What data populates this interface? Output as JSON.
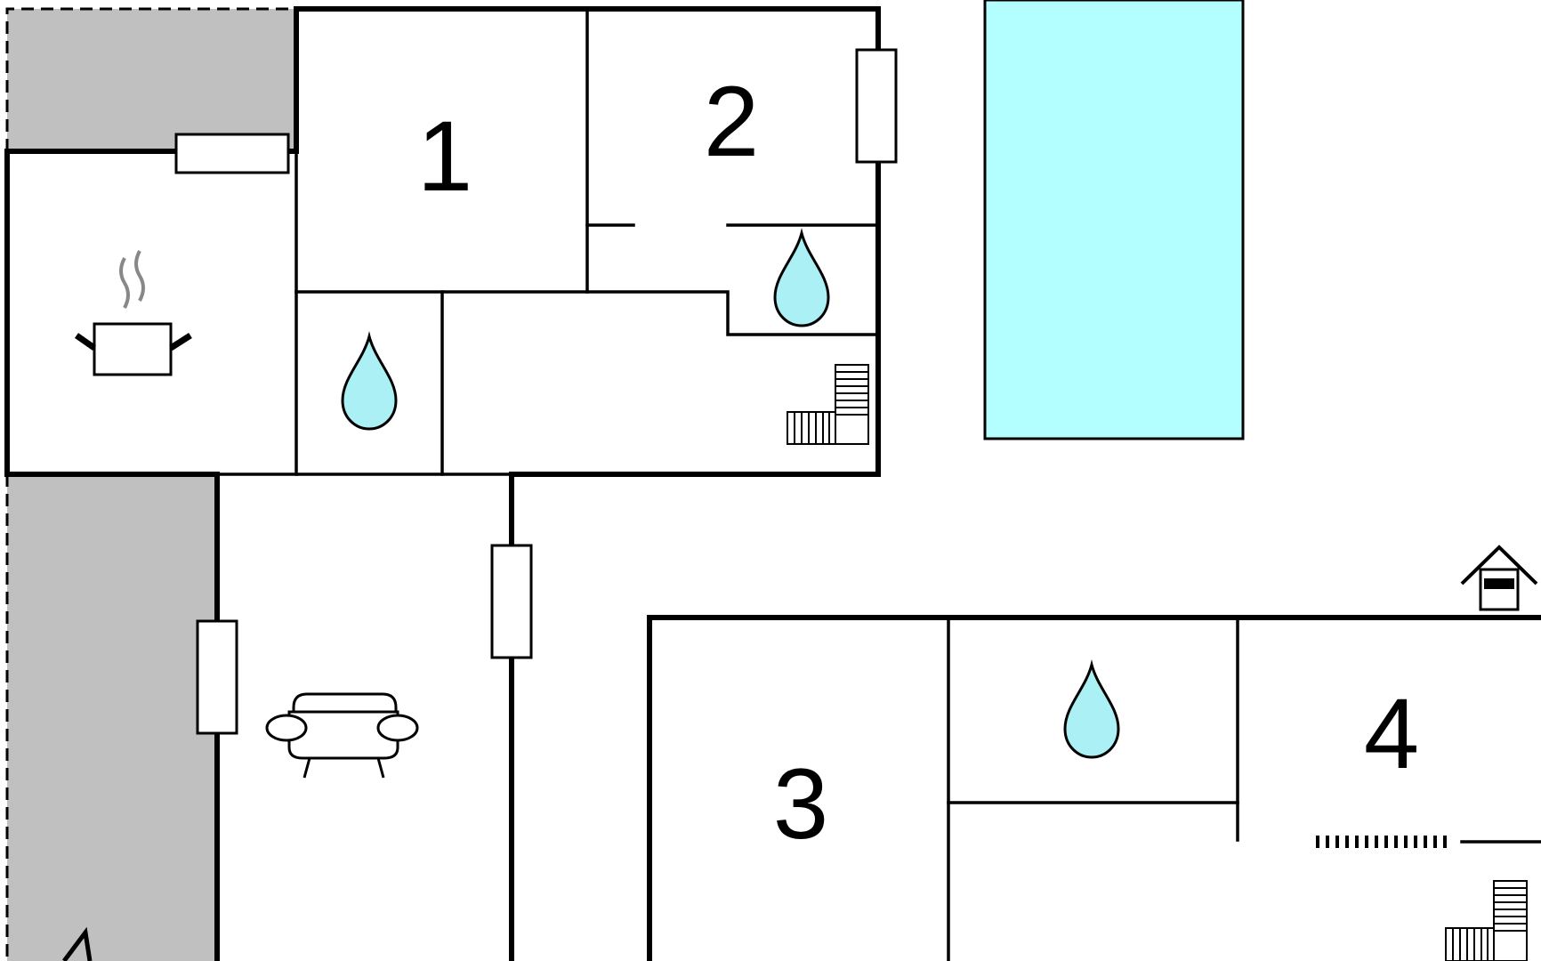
{
  "floor_plan": {
    "rooms": [
      {
        "id": "bedroom-1",
        "label": "1"
      },
      {
        "id": "bedroom-2",
        "label": "2"
      },
      {
        "id": "bedroom-3",
        "label": "3"
      },
      {
        "id": "bedroom-4",
        "label": "4"
      }
    ],
    "icons": [
      "kitchen-pot-icon",
      "sofa-icon",
      "water-drop-icon",
      "stairs-icon",
      "house-icon"
    ],
    "colors": {
      "terrace": "#c0c0c0",
      "pool": "#b3ffff",
      "water_drop": "#aaf0f5",
      "wall": "#000000",
      "steam": "#888888"
    }
  }
}
